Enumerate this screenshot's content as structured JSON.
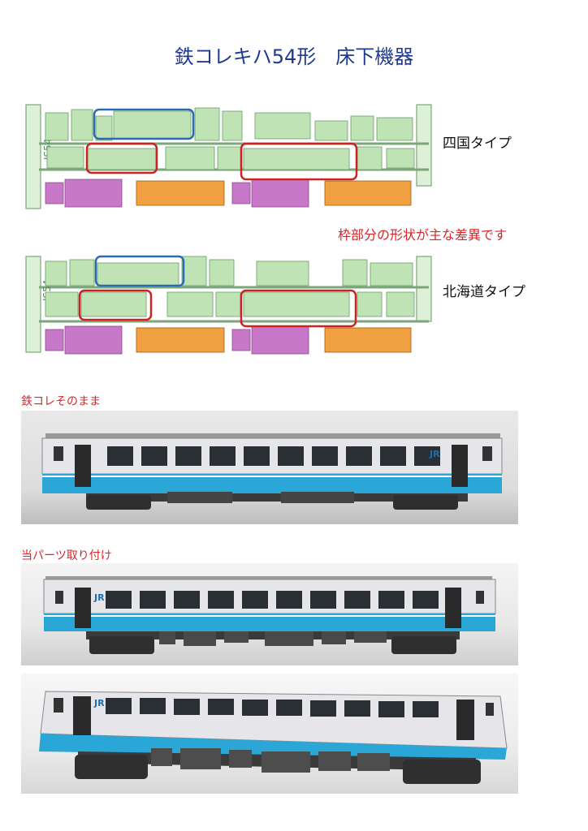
{
  "title": "鉄コレキハ54形　床下機器",
  "labels": {
    "shikoku": "四国タイプ",
    "difference": "枠部分の形状が主な差異です",
    "hokkaido": "北海道タイプ",
    "photo1_caption": "鉄コレそのまま",
    "photo2_caption": "当パーツ取り付け"
  },
  "diagram_marks": {
    "car_code_1": "JS54-",
    "car_code_2": "JS54-",
    "car_number": "キハ54"
  },
  "colors": {
    "title": "#1f3a93",
    "red_text": "#d8262b",
    "equipment_green": "#bfe3b4",
    "equipment_pink": "#c878c8",
    "equipment_orange": "#f0a040",
    "box_blue": "#2b6cb0",
    "box_red": "#cc2222",
    "car_blue": "#2aa7d6"
  }
}
